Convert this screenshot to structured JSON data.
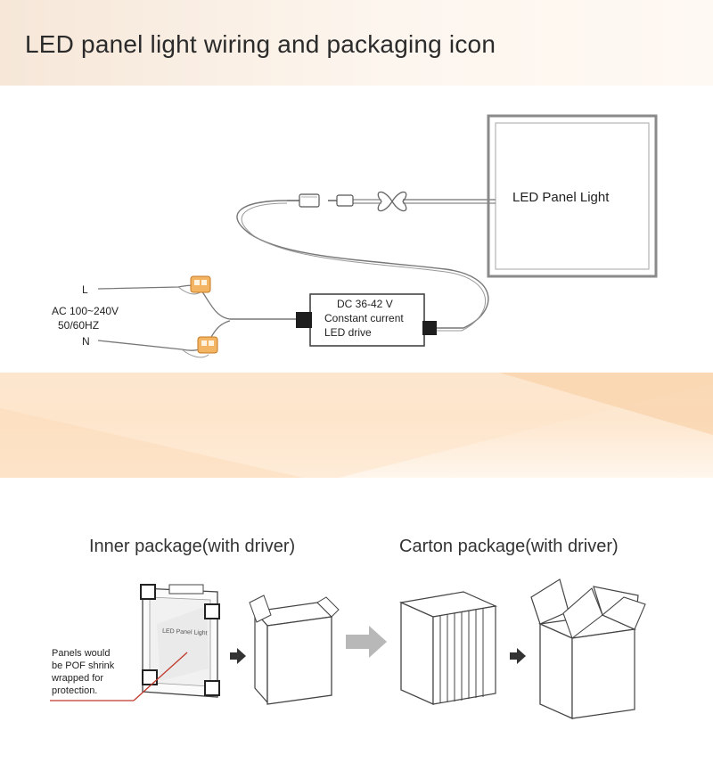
{
  "title": "LED panel light wiring and packaging icon",
  "wiring": {
    "panel_label": "LED Panel Light",
    "ac_l": "L",
    "ac_voltage": "AC 100~240V",
    "ac_freq": "50/60HZ",
    "ac_n": "N",
    "driver_line1": "DC 36-42 V",
    "driver_line2": "Constant current",
    "driver_line3": "LED drive"
  },
  "packaging": {
    "inner_title": "Inner package(with driver)",
    "carton_title": "Carton package(with driver)",
    "panel_small_label": "LED Panel Light",
    "note_line1": "Panels would",
    "note_line2": "be POF shrink",
    "note_line3": "wrapped for",
    "note_line4": "protection."
  },
  "colors": {
    "band_peach": "#fbe3cc",
    "wire": "#777777",
    "connector_orange": "#e8a04a",
    "arrow_gray": "#b8b8b8",
    "note_line_red": "#c0392b"
  }
}
